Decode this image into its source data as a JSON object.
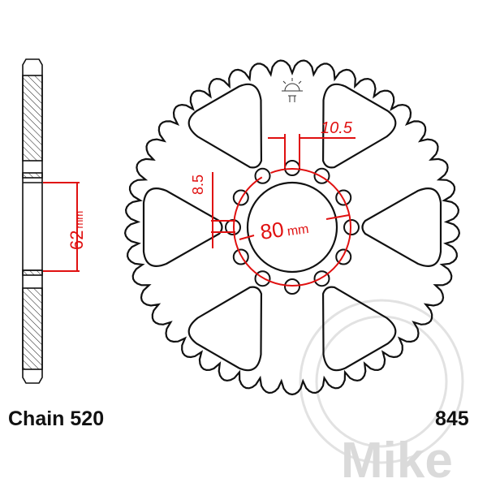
{
  "labels": {
    "chain": "Chain 520",
    "part_number": "845",
    "watermark": "Mike"
  },
  "dimensions": {
    "tooth_gap": "10.5",
    "bolt_hole": "8.5",
    "bolt_circle": "80",
    "bolt_circle_unit": "mm",
    "center_bore": "62",
    "center_bore_unit": "mm"
  },
  "colors": {
    "outline": "#111111",
    "dimension": "#e01010",
    "watermark": "#d8d8d8"
  },
  "sprocket": {
    "teeth": 45,
    "cutouts": 6,
    "bolt_holes": 12
  }
}
